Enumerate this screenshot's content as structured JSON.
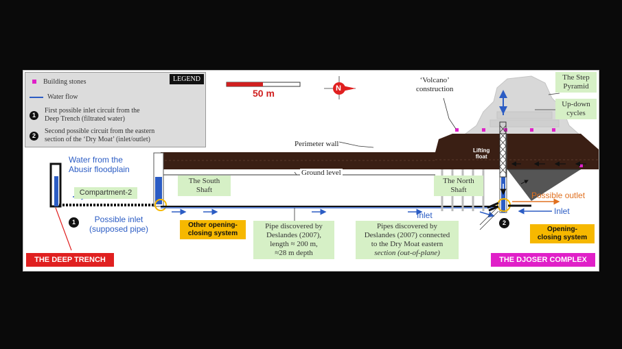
{
  "legend": {
    "title": "LEGEND",
    "building_stones": "Building stones",
    "water_flow": "Water flow",
    "circuit1_num": "1",
    "circuit1_line1": "First possible inlet circuit from the",
    "circuit1_line2": "Deep Trench (filtrated water)",
    "circuit2_num": "2",
    "circuit2_line1": "Second possible circuit from the eastern",
    "circuit2_line2": "section of the ‘Dry Moat’ (inlet/outlet)"
  },
  "scale_bar": "50 m",
  "north": "N",
  "labels": {
    "water_abusir_1": "Water from the",
    "water_abusir_2": "Abusir floodplain",
    "compartment": "Compartment-2",
    "possible_inlet_1": "Possible inlet",
    "possible_inlet_2": "(supposed pipe)",
    "perimeter_wall": "Perimeter wall",
    "ground_level": "Ground level",
    "volcano_1": "‘Volcano’",
    "volcano_2": "construction",
    "lifting_float_1": "Lifting",
    "lifting_float_2": "float",
    "inlet_mid": "Inlet",
    "inlet_right": "Inlet",
    "possible_outlet": "Possible outlet",
    "marker1": "1",
    "marker2": "2"
  },
  "green_boxes": {
    "south_shaft_1": "The South",
    "south_shaft_2": "Shaft",
    "north_shaft_1": "The North",
    "north_shaft_2": "Shaft",
    "pipe_1": "Pipe discovered by",
    "pipe_2": "Deslandes (2007),",
    "pipe_3": "length ≈ 200 m,",
    "pipe_4": "≈28 m depth",
    "pipes_1": "Pipes discovered by",
    "pipes_2": "Deslandes (2007) connected",
    "pipes_3": "to the Dry Moat eastern",
    "pipes_4": "section (out-of-plane)",
    "step_pyramid_1": "The Step",
    "step_pyramid_2": "Pyramid",
    "updown_1": "Up-down",
    "updown_2": "cycles"
  },
  "orange_boxes": {
    "other_1": "Other opening-",
    "other_2": "closing system",
    "opening_1": "Opening-",
    "opening_2": "closing system"
  },
  "tags": {
    "deep_trench": "THE DEEP TRENCH",
    "djoser": "THE DJOSER COMPLEX"
  },
  "colors": {
    "water": "#2b5cc4",
    "earth": "#3a1f14",
    "red": "#e02020",
    "magenta": "#e020c8",
    "green_box": "#d6f0c6",
    "orange_box": "#f6b800"
  }
}
